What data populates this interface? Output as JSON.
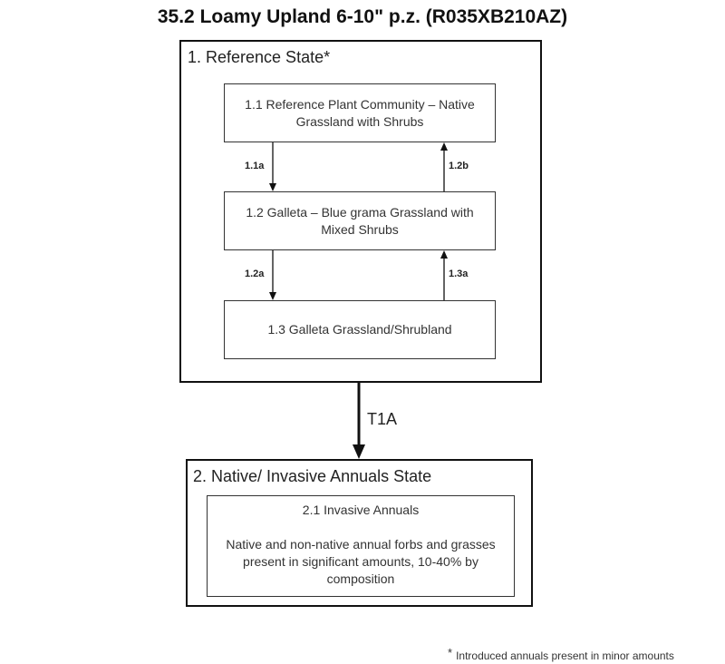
{
  "title": "35.2 Loamy Upland 6-10\" p.z. (R035XB210AZ)",
  "states": [
    {
      "label": "1. Reference State*",
      "communities": [
        {
          "text": "1.1 Reference Plant Community – Native Grassland with Shrubs"
        },
        {
          "text": "1.2 Galleta – Blue grama Grassland with Mixed Shrubs"
        },
        {
          "text": "1.3 Galleta Grassland/Shrubland"
        }
      ],
      "pathways": [
        {
          "label": "1.1a"
        },
        {
          "label": "1.2b"
        },
        {
          "label": "1.2a"
        },
        {
          "label": "1.3a"
        }
      ]
    },
    {
      "label": "2. Native/ Invasive Annuals State",
      "communities": [
        {
          "title": "2.1 Invasive Annuals",
          "description": "Native and non-native annual forbs and grasses present in significant amounts, 10-40% by composition"
        }
      ]
    }
  ],
  "transitions": [
    {
      "label": "T1A"
    }
  ],
  "footnote": {
    "marker": "*",
    "text": "Introduced annuals present in minor amounts"
  },
  "colors": {
    "line": "#111111",
    "text": "#222222",
    "background": "#ffffff"
  }
}
